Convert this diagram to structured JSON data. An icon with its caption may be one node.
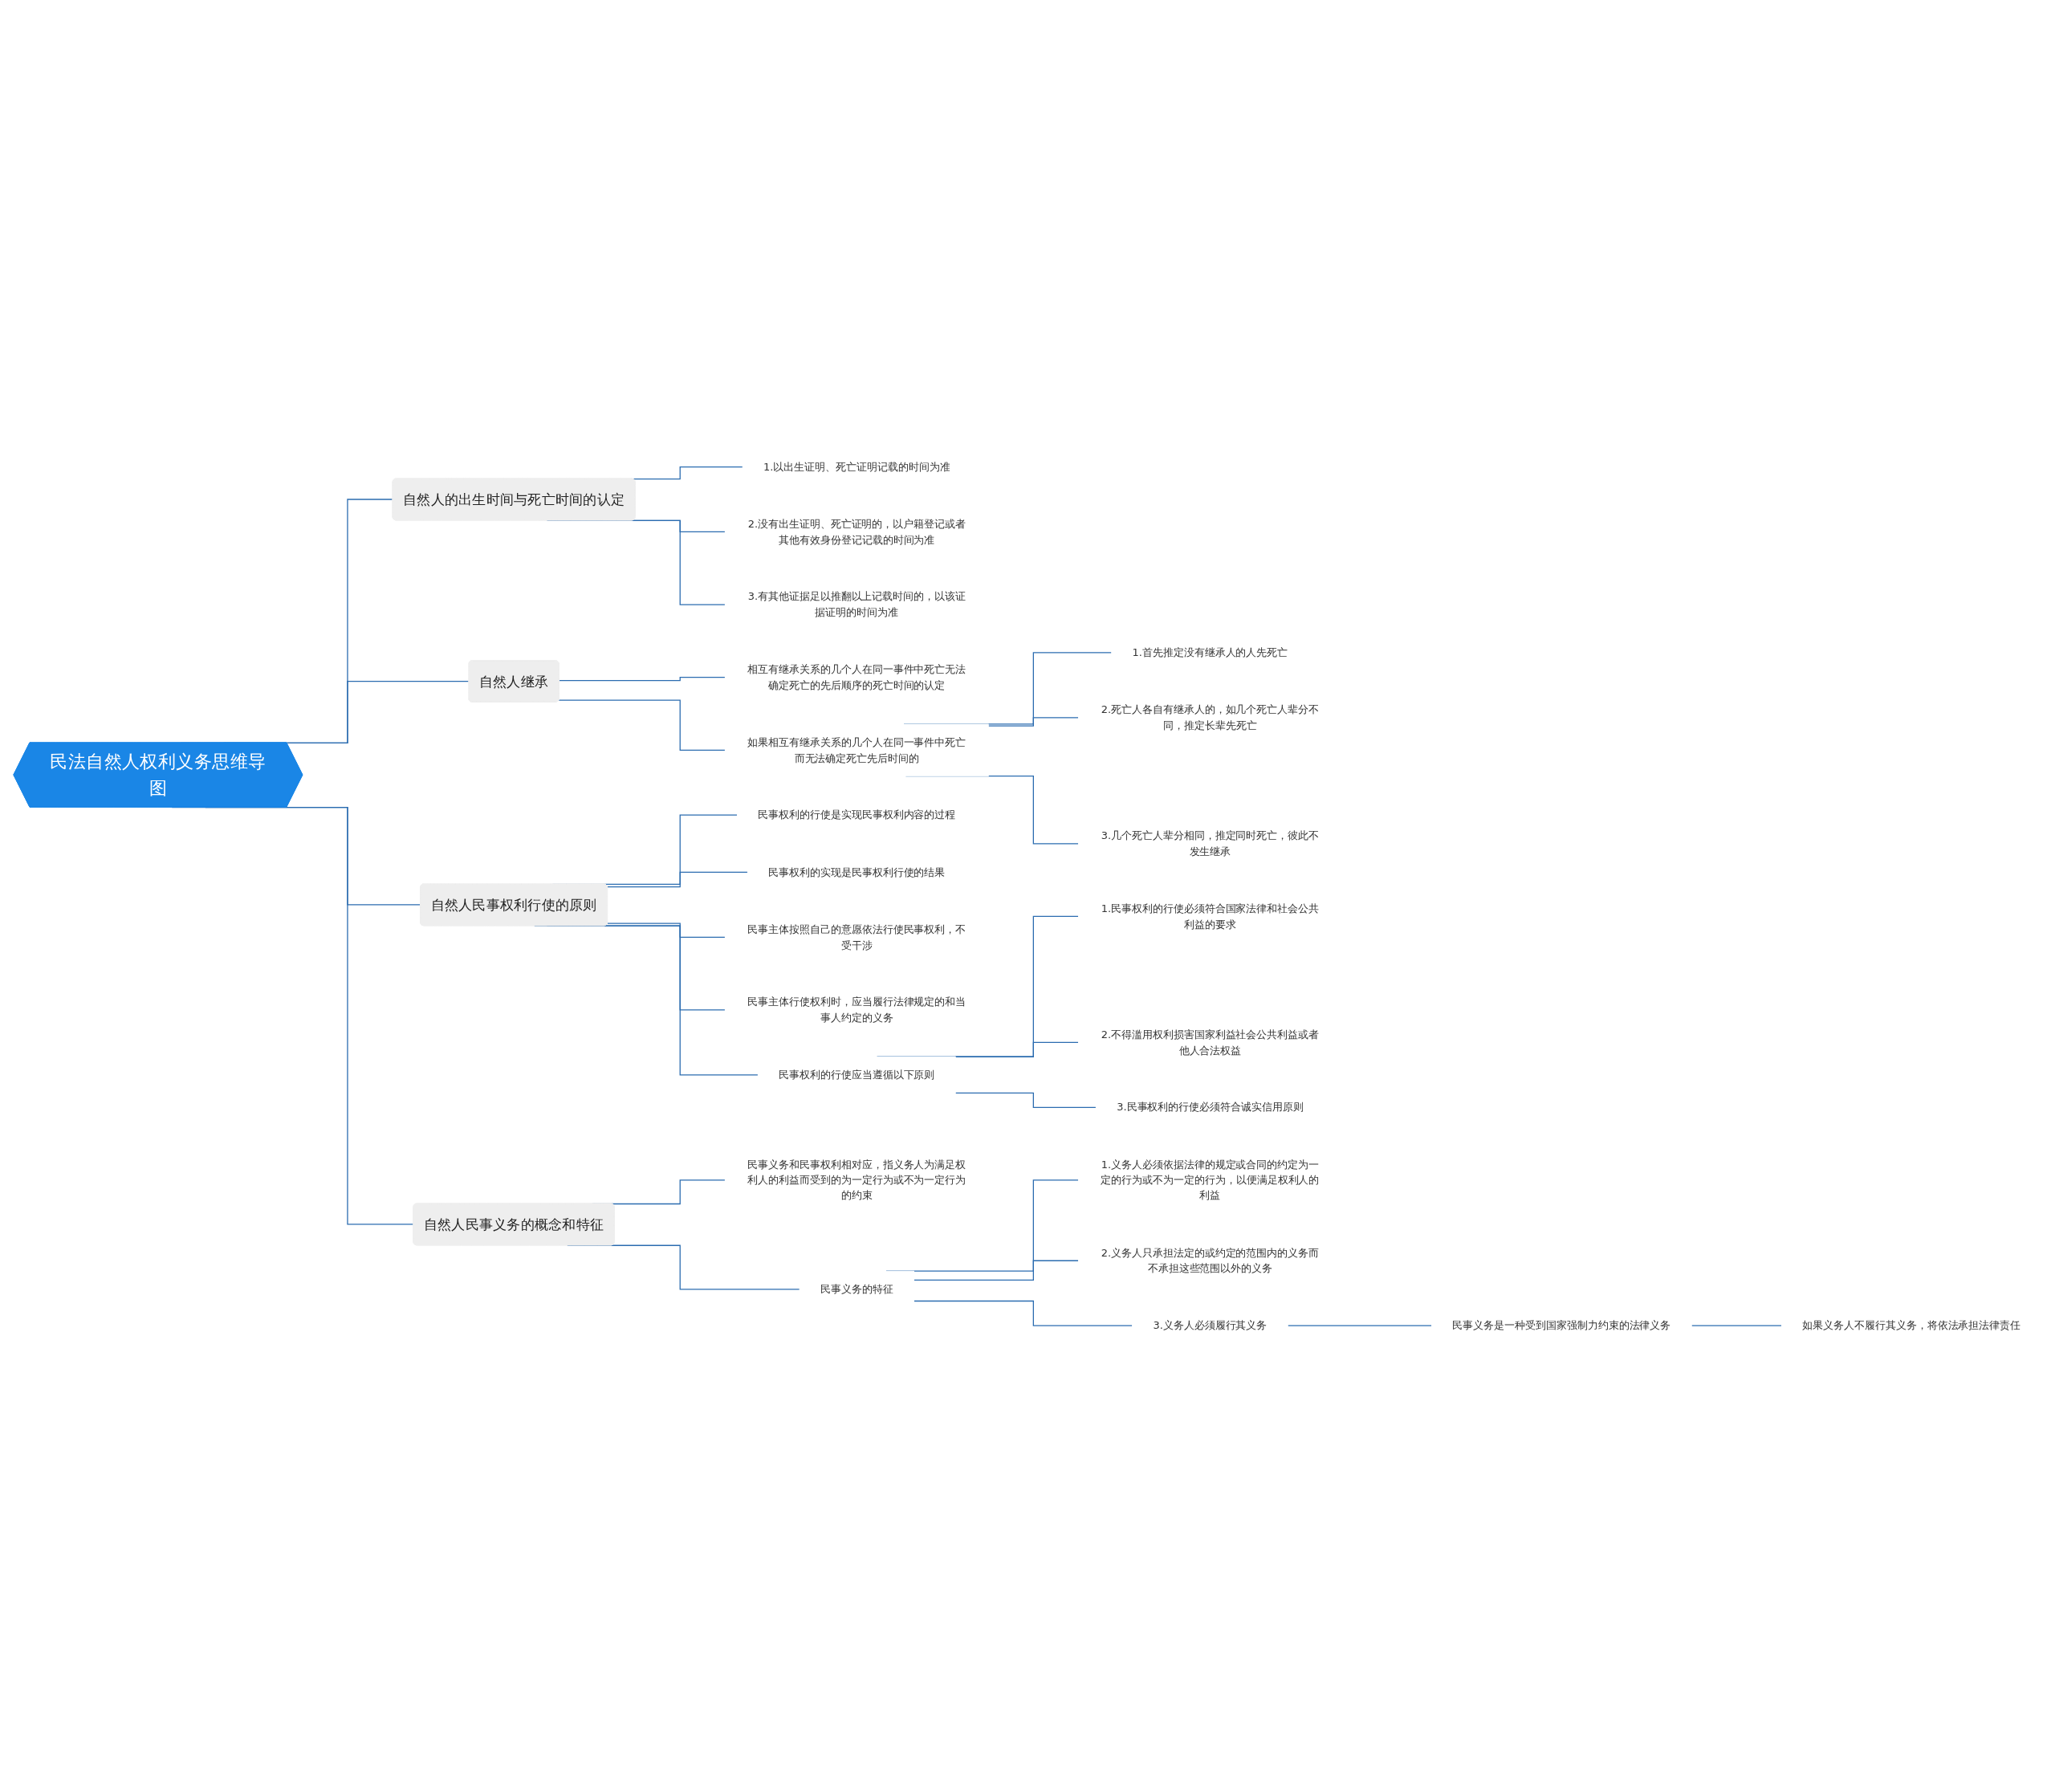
{
  "diagram": {
    "nodes": [
      {
        "text": [
          "民法自然人权利义务思维导图"
        ]
      },
      {
        "text": [
          "自然人的出生时间与死亡时间的认定"
        ]
      },
      {
        "text": [
          "1.以出生证明、死亡证明记载的时间为准"
        ]
      },
      {
        "text": [
          "2.没有出生证明、死亡证明的，以户籍登记或者其他有效身份登记记载的时间为准"
        ]
      },
      {
        "text": [
          "3.有其他证据足以推翻以上记载时间的，以该证据证明的时间为准"
        ]
      },
      {
        "text": [
          "自然人继承"
        ]
      },
      {
        "text": [
          "相互有继承关系的几个人在同一事件中死亡无法确定死亡的先后顺序的死亡时间的认定"
        ]
      },
      {
        "text": [
          "如果相互有继承关系的几个人在同一事件中死亡而无法确定死亡先后时间的"
        ]
      },
      {
        "text": [
          "1.首先推定没有继承人的人先死亡"
        ]
      },
      {
        "text": [
          "2.死亡人各自有继承人的，如几个死亡人辈分不同，推定长辈先死亡"
        ]
      },
      {
        "text": [
          "3.几个死亡人辈分相同，推定同时死亡，彼此不发生继承"
        ]
      },
      {
        "text": [
          "自然人民事权利行使的原则"
        ]
      },
      {
        "text": [
          "民事权利的行使是实现民事权利内容的过程"
        ]
      },
      {
        "text": [
          "民事权利的实现是民事权利行使的结果"
        ]
      },
      {
        "text": [
          "民事主体按照自己的意愿依法行使民事权利，不受干涉"
        ]
      },
      {
        "text": [
          "民事主体行使权利时，应当履行法律规定的和当事人约定的义务"
        ]
      },
      {
        "text": [
          "民事权利的行使应当遵循以下原则"
        ]
      },
      {
        "text": [
          "1.民事权利的行使必须符合国家法律和社会公共利益的要求"
        ]
      },
      {
        "text": [
          "2.不得滥用权利损害国家利益社会公共利益或者他人合法权益"
        ]
      },
      {
        "text": [
          "3.民事权利的行使必须符合诚实信用原则"
        ]
      },
      {
        "text": [
          "自然人民事义务的概念和特征"
        ]
      },
      {
        "text": [
          "民事义务和民事权利相对应，指义务人为满足权利人的利益而受到的为一定行为或不为一定行为的约束"
        ]
      },
      {
        "text": [
          "民事义务的特征"
        ]
      },
      {
        "text": [
          "1.义务人必须依据法律的规定或合同的约定为一定的行为或不为一定的行为，以便满足权利人的利益"
        ]
      },
      {
        "text": [
          "2.义务人只承担法定的或约定的范围内的义务而不承担这些范围以外的义务"
        ]
      },
      {
        "text": [
          "3.义务人必须履行其义务"
        ]
      },
      {
        "text": [
          "民事义务是一种受到国家强制力约束的法律义务"
        ]
      },
      {
        "text": [
          "如果义务人不履行其义务，将依法承担法律责任"
        ]
      }
    ],
    "edges": [
      {
        "from": 0,
        "to": 1,
        "arrow": "none"
      },
      {
        "from": 1,
        "to": 2,
        "arrow": "none"
      },
      {
        "from": 1,
        "to": 3,
        "arrow": "none"
      },
      {
        "from": 1,
        "to": 4,
        "arrow": "none"
      },
      {
        "from": 0,
        "to": 5,
        "arrow": "none"
      },
      {
        "from": 5,
        "to": 6,
        "arrow": "none"
      },
      {
        "from": 5,
        "to": 7,
        "arrow": "none"
      },
      {
        "from": 7,
        "to": 8,
        "arrow": "none"
      },
      {
        "from": 7,
        "to": 9,
        "arrow": "none"
      },
      {
        "from": 7,
        "to": 10,
        "arrow": "none"
      },
      {
        "from": 0,
        "to": 11,
        "arrow": "none"
      },
      {
        "from": 11,
        "to": 12,
        "arrow": "none"
      },
      {
        "from": 11,
        "to": 13,
        "arrow": "none"
      },
      {
        "from": 11,
        "to": 14,
        "arrow": "none"
      },
      {
        "from": 11,
        "to": 15,
        "arrow": "none"
      },
      {
        "from": 11,
        "to": 16,
        "arrow": "none"
      },
      {
        "from": 16,
        "to": 17,
        "arrow": "none"
      },
      {
        "from": 16,
        "to": 18,
        "arrow": "none"
      },
      {
        "from": 16,
        "to": 19,
        "arrow": "none"
      },
      {
        "from": 0,
        "to": 20,
        "arrow": "none"
      },
      {
        "from": 20,
        "to": 21,
        "arrow": "none"
      },
      {
        "from": 20,
        "to": 22,
        "arrow": "none"
      },
      {
        "from": 22,
        "to": 23,
        "arrow": "none"
      },
      {
        "from": 22,
        "to": 24,
        "arrow": "none"
      },
      {
        "from": 22,
        "to": 25,
        "arrow": "none"
      },
      {
        "from": 25,
        "to": 26,
        "arrow": "none"
      },
      {
        "from": 26,
        "to": 27,
        "arrow": "none"
      }
    ]
  }
}
